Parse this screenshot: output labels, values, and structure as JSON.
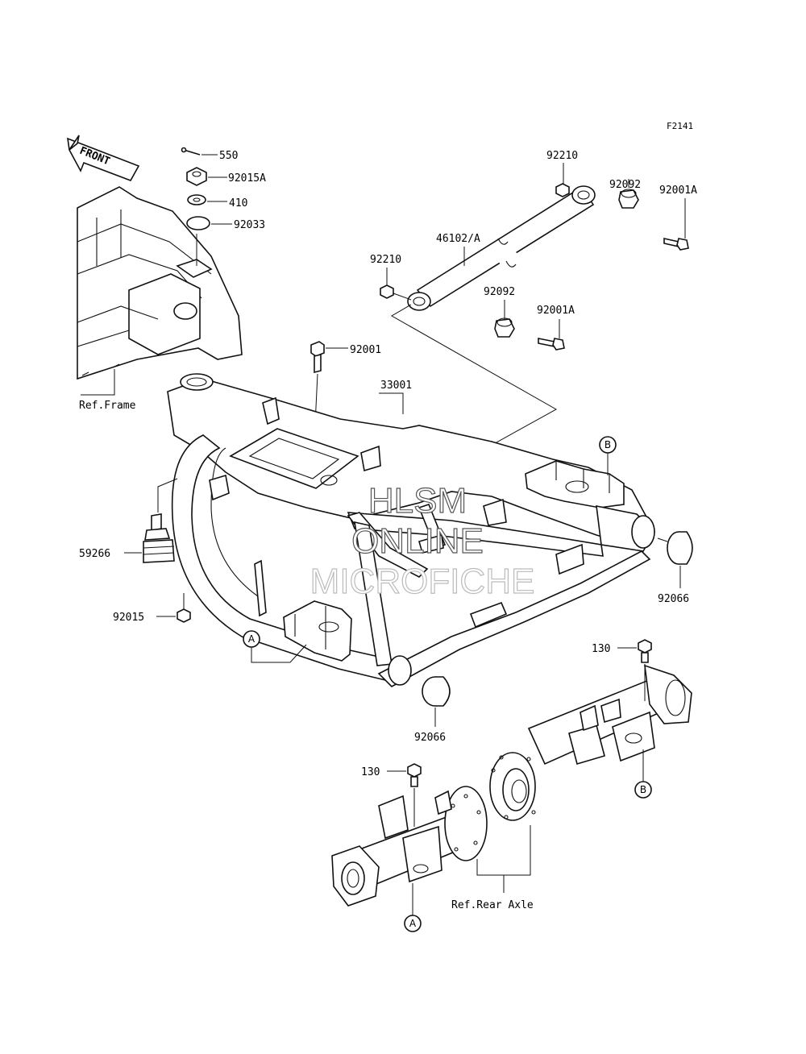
{
  "figure_code": "F2141",
  "front_arrow": "FRONT",
  "watermark": {
    "line1": "HLSM",
    "line2": "ONLINE",
    "line3": "MICROFICHE"
  },
  "ref_labels": {
    "frame": "Ref.Frame",
    "rear_axle": "Ref.Rear Axle"
  },
  "markers": {
    "a": "A",
    "b": "B"
  },
  "callouts": {
    "c550": "550",
    "c92015a": "92015A",
    "c410": "410",
    "c92033": "92033",
    "c92210_top": "92210",
    "c92092_top": "92092",
    "c92001a_top": "92001A",
    "c46102a": "46102/A",
    "c92210_left": "92210",
    "c92092_mid": "92092",
    "c92001a_mid": "92001A",
    "c92001": "92001",
    "c33001": "33001",
    "c59266": "59266",
    "c92015": "92015",
    "c92066_right": "92066",
    "c92066_bottom": "92066",
    "c130_right": "130",
    "c130_left": "130"
  }
}
